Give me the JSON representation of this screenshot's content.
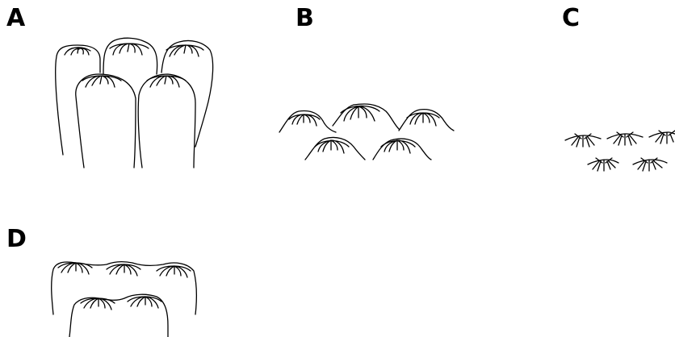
{
  "panels": [
    {
      "id": "A",
      "label": "A"
    },
    {
      "id": "B",
      "label": "B"
    },
    {
      "id": "C",
      "label": "C"
    },
    {
      "id": "D",
      "label": "D"
    }
  ],
  "colors": {
    "ink": "#000000",
    "background": "#ffffff"
  }
}
